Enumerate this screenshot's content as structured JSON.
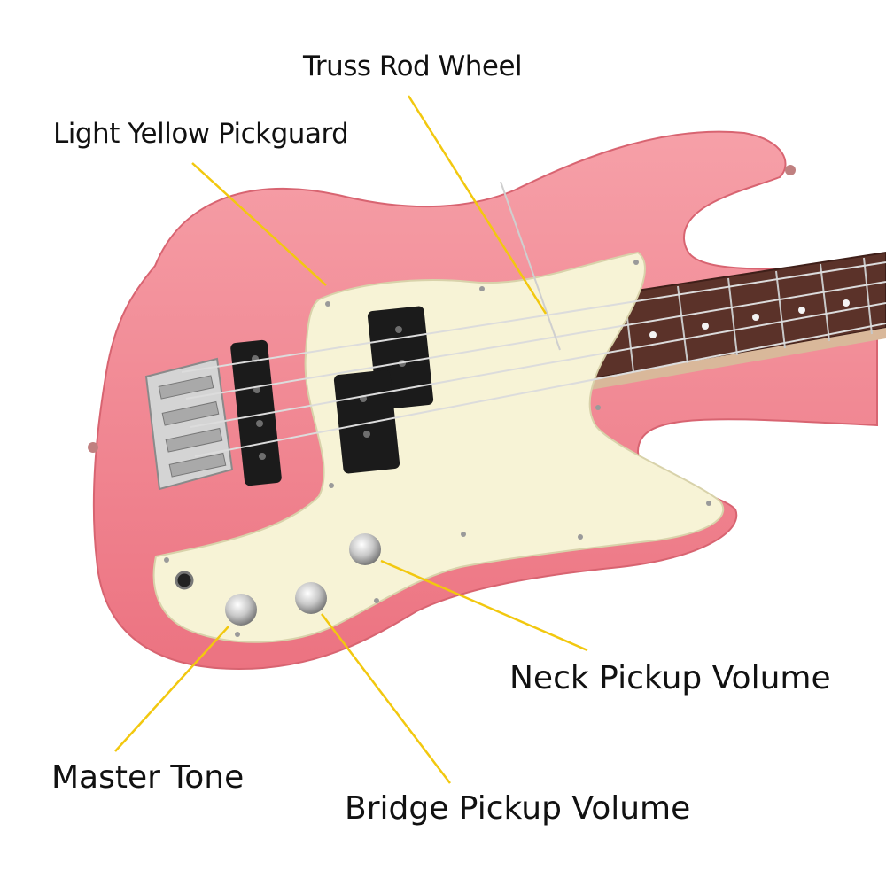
{
  "labels": {
    "truss_rod": "Truss Rod Wheel",
    "pickguard": "Light Yellow Pickguard",
    "neck_volume": "Neck Pickup Volume",
    "master_tone": "Master Tone",
    "bridge_volume": "Bridge Pickup Volume"
  },
  "colors": {
    "body": "#f0848f",
    "pickguard": "#f7f3d6",
    "fretboard": "#5b3229",
    "leader_line": "#f2c80f",
    "chrome": "#c9c9c9",
    "pickup": "#1b1b1b"
  },
  "icons": [
    "bass-guitar-body",
    "pickguard",
    "pickup",
    "control-knob",
    "bridge",
    "truss-rod-wheel"
  ]
}
